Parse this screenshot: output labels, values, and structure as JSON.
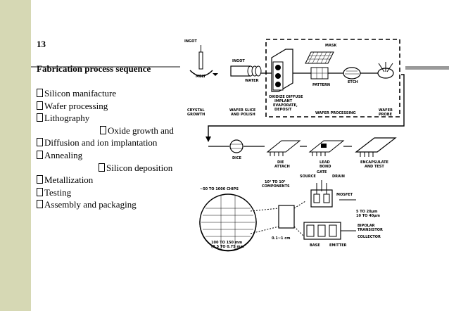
{
  "slide": {
    "number": "13",
    "title": "Fabrication process sequence",
    "bullets": [
      {
        "text": "Silicon manifacture",
        "indent": 0
      },
      {
        "text": "Wafer processing",
        "indent": 0
      },
      {
        "text": "Lithography",
        "indent": 0
      },
      {
        "text": "Oxide growth and",
        "indent": 1
      },
      {
        "text": "Diffusion and ion implantation",
        "indent": 0
      },
      {
        "text": "Annealing",
        "indent": 0
      },
      {
        "text": "Silicon deposition",
        "indent": 1
      },
      {
        "text": "Metallization",
        "indent": 0
      },
      {
        "text": "Testing",
        "indent": 0
      },
      {
        "text": "Assembly and packaging",
        "indent": 0
      }
    ]
  },
  "colors": {
    "sidebar": "#d6d8b4",
    "rule": "#8a8a8a"
  },
  "figure": {
    "labels": {
      "ingot_left": "INGOT",
      "melt": "MELT",
      "ingot_mid": "INGOT",
      "water": "WATER",
      "mask": "MASK",
      "oxidize": "OXIDIZE DIFFUSE",
      "implant": "IMPLANT",
      "evaporate": "EVAPORATE,",
      "deposit": "DEPOSIT",
      "pattern": "PATTERN",
      "etch": "ETCH",
      "crystal": "CRYSTAL",
      "growth": "GROWTH",
      "wafer_slice": "WAFER SLICE",
      "and_polish": "AND POLISH",
      "wafer_processing": "WAFER PROCESSING",
      "wafer": "WAFER",
      "probe": "PROBE",
      "dice": "DICE",
      "die": "DIE",
      "attach": "ATTACH",
      "lead": "LEAD",
      "bond": "BOND",
      "encapsulate": "ENCAPSULATE",
      "and_test": "AND TEST",
      "chips": "~50 TO 1000 CHIPS",
      "components_a": "10⁴ TO 10⁶",
      "components_b": "COMPONENTS",
      "source": "SOURCE",
      "gate": "GATE",
      "drain": "DRAIN",
      "mosfet": "MOSFET",
      "dim_a": "5 TO 20μm",
      "dim_b": "10 TO 40μm",
      "bipolar_a": "BIPOLAR",
      "bipolar_b": "TRANSISTOR",
      "collector": "COLLECTOR",
      "base": "BASE",
      "emitter": "EMITTER",
      "size_cm": "0.1~1 cm",
      "wafer_dim_a": "100 TO 150 mm",
      "wafer_dim_b": "(0.5 TO 0.75 mm"
    }
  }
}
